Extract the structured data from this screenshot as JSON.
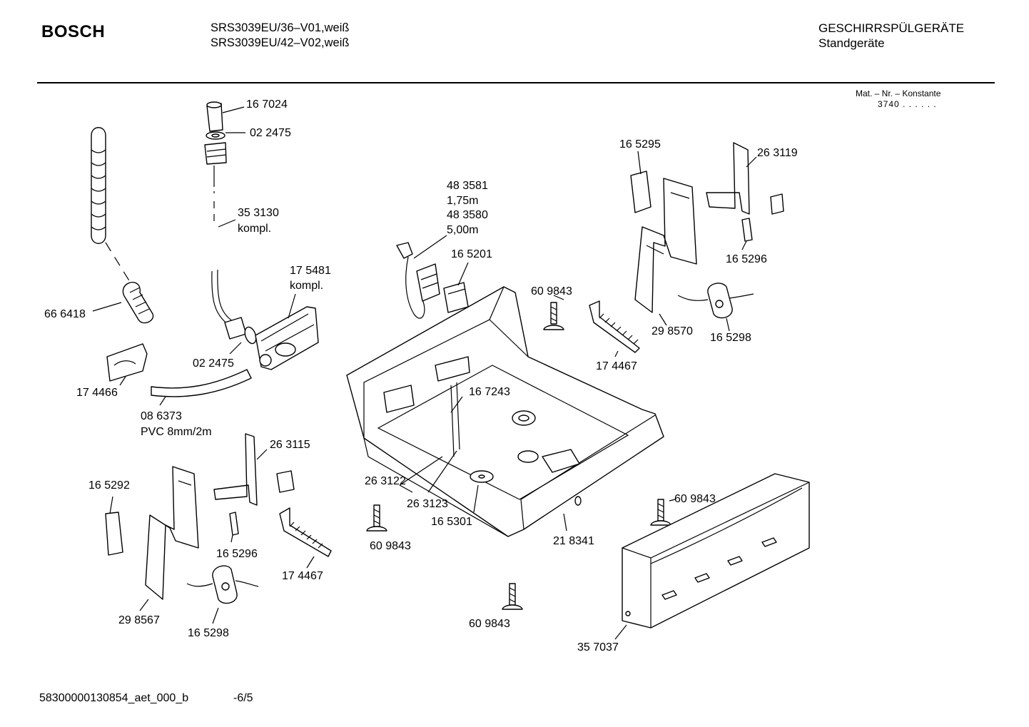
{
  "header": {
    "brand": "BOSCH",
    "model_line_1": "SRS3039EU/36–V01,weiß",
    "model_line_2": "SRS3039EU/42–V02,weiß",
    "category": "GESCHIRRSPÜLGERÄTE",
    "subcategory": "Standgeräte",
    "mat_label": "Mat. – Nr. – Konstante",
    "mat_value": "3740 . . . . . ."
  },
  "parts": {
    "p167024": "16 7024",
    "p022475_top": "02 2475",
    "p353130": "35 3130",
    "p353130_note": "kompl.",
    "p666418": "66 6418",
    "p175481": "17 5481",
    "p175481_note": "kompl.",
    "p022475_bottom": "02 2475",
    "p174466": "17 4466",
    "p086373": "08 6373",
    "p086373_note": "PVC 8mm/2m",
    "p483581": "48 3581",
    "p483581_note": "1,75m",
    "p483580": "48 3580",
    "p483580_note": "5,00m",
    "p165201": "16 5201",
    "p609843_a": "60 9843",
    "p165295": "16 5295",
    "p263119": "26 3119",
    "p165296_top": "16 5296",
    "p298570": "29 8570",
    "p165298_top": "16 5298",
    "p174467_top": "17 4467",
    "p167243": "16 7243",
    "p263115": "26 3115",
    "p165292": "16 5292",
    "p165296_bottom": "16 5296",
    "p174467_bottom": "17 4467",
    "p298567": "29 8567",
    "p165298_bottom": "16 5298",
    "p263122": "26 3122",
    "p263123": "26 3123",
    "p165301": "16 5301",
    "p609843_b": "60 9843",
    "p218341": "21 8341",
    "p609843_c": "60 9843",
    "p609843_d": "60 9843",
    "p357037": "35 7037"
  },
  "footer": {
    "doc_id": "58300000130854_aet_000_b",
    "page": "-6/5"
  }
}
